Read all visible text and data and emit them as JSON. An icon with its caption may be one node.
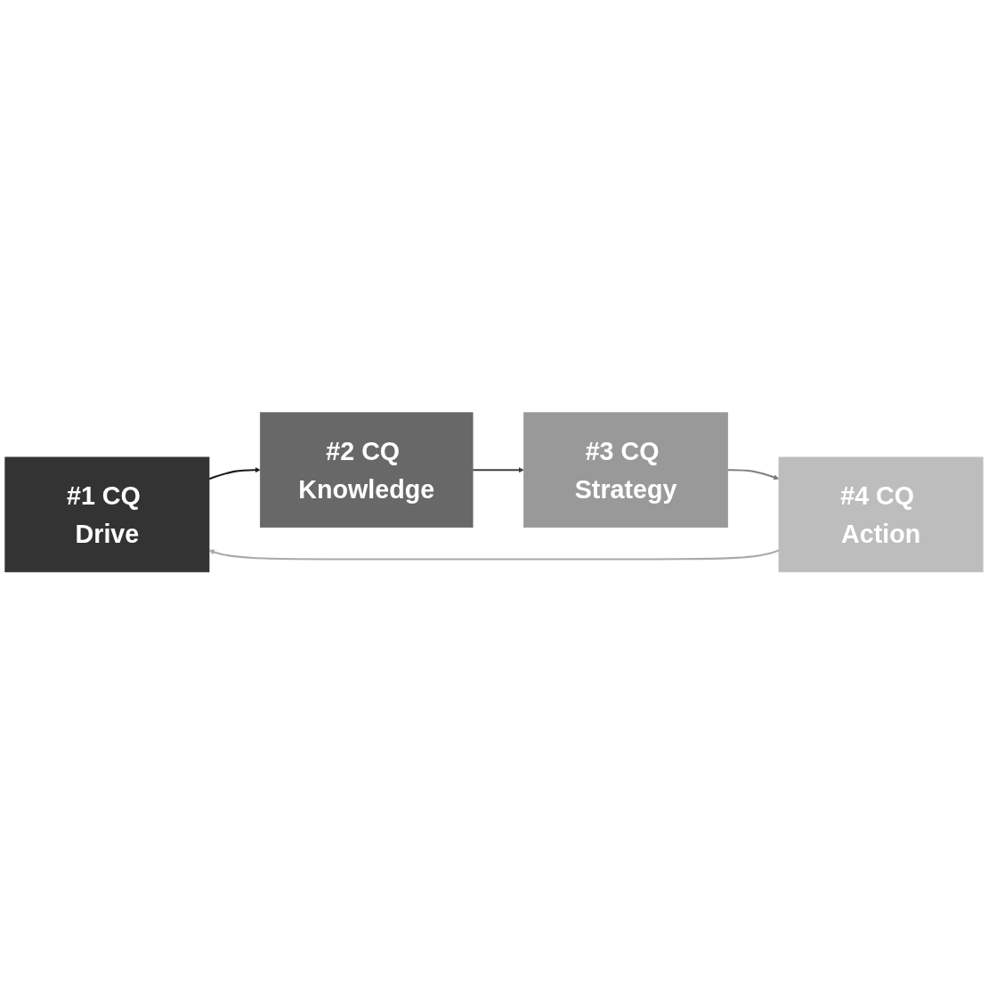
{
  "diagram": {
    "nodes": [
      {
        "text": [
          "#1 CQ Drive"
        ]
      },
      {
        "text": [
          "#2 CQ Knowledge"
        ]
      },
      {
        "text": [
          "#3 CQ Strategy"
        ]
      },
      {
        "text": [
          "#4 CQ Action"
        ]
      }
    ],
    "edges": [
      {
        "from": 0,
        "to": 1,
        "arrow": "to",
        "color": "#1a1a1a"
      },
      {
        "from": 1,
        "to": 2,
        "arrow": "to",
        "color": "#404040"
      },
      {
        "from": 2,
        "to": 3,
        "arrow": "to",
        "color": "#7f7f7f"
      },
      {
        "from": 3,
        "to": 0,
        "arrow": "to",
        "color": "#a9a9a9"
      }
    ]
  }
}
